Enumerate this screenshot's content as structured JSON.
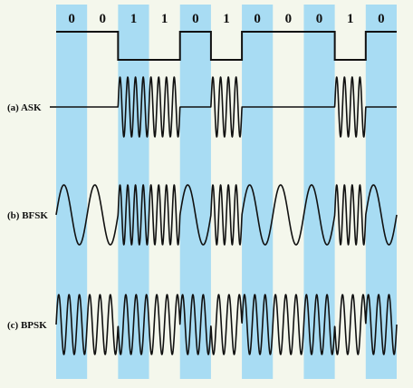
{
  "bits": [
    "0",
    "0",
    "1",
    "1",
    "0",
    "1",
    "0",
    "0",
    "0",
    "1",
    "0"
  ],
  "signals": [
    {
      "key": "ask",
      "label": "(a) ASK"
    },
    {
      "key": "bfsk",
      "label": "(b) BFSK"
    },
    {
      "key": "bpsk",
      "label": "(c) BPSK"
    }
  ],
  "colors": {
    "background": "#f4f7ec",
    "stripe": "#a8dcf3",
    "wave": "#111111"
  },
  "modulation": {
    "ask_cycles_per_bit": 4,
    "bfsk_cycles_bit0": 1,
    "bfsk_cycles_bit1": 4,
    "bpsk_cycles_per_bit": 3
  }
}
